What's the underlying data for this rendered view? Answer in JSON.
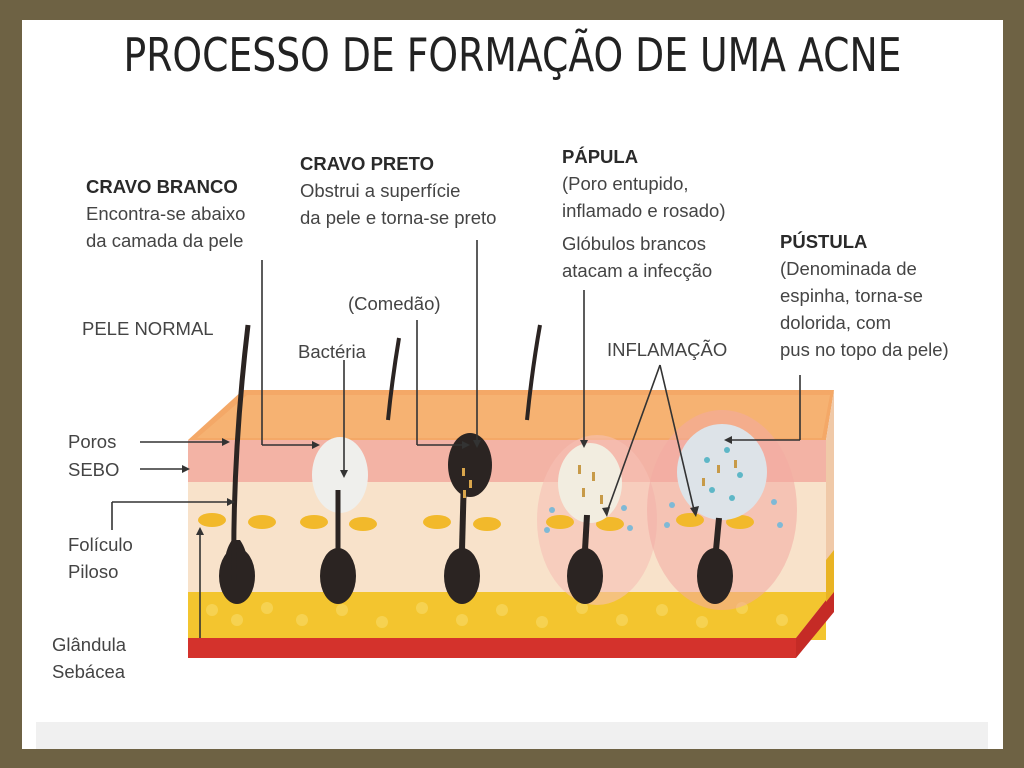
{
  "title": "PROCESSO DE FORMAÇÃO DE UMA ACNE",
  "stages": {
    "cravo_branco": {
      "title": "CRAVO BRANCO",
      "line1": "Encontra-se abaixo",
      "line2": "da camada da pele"
    },
    "cravo_preto": {
      "title": "CRAVO PRETO",
      "line1": "Obstrui a superfície",
      "line2": "da pele e torna-se preto"
    },
    "papula": {
      "title": "PÁPULA",
      "line1": "(Poro entupido,",
      "line2": "inflamado e rosado)",
      "line3": "Glóbulos brancos",
      "line4": "atacam a infecção"
    },
    "pustula": {
      "title": "PÚSTULA",
      "line1": "(Denominada de",
      "line2": "espinha, torna-se",
      "line3": "dolorida, com",
      "line4": "pus no topo da pele)"
    }
  },
  "labels": {
    "pele_normal": "PELE NORMAL",
    "poros": "Poros",
    "sebo": "SEBO",
    "foliculo_1": "Folículo",
    "foliculo_2": "Piloso",
    "glandula_1": "Glândula",
    "glandula_2": "Sebácea",
    "comedao": "(Comedão)",
    "bacteria": "Bactéria",
    "inflamacao": "INFLAMAÇÃO"
  },
  "colors": {
    "frame": "#6e6244",
    "skin_top": "#f4a867",
    "skin_pink": "#f3b3a5",
    "dermis": "#f6dfc6",
    "fat": "#f3c52f",
    "muscle": "#d4322c",
    "hair": "#2b2422"
  }
}
